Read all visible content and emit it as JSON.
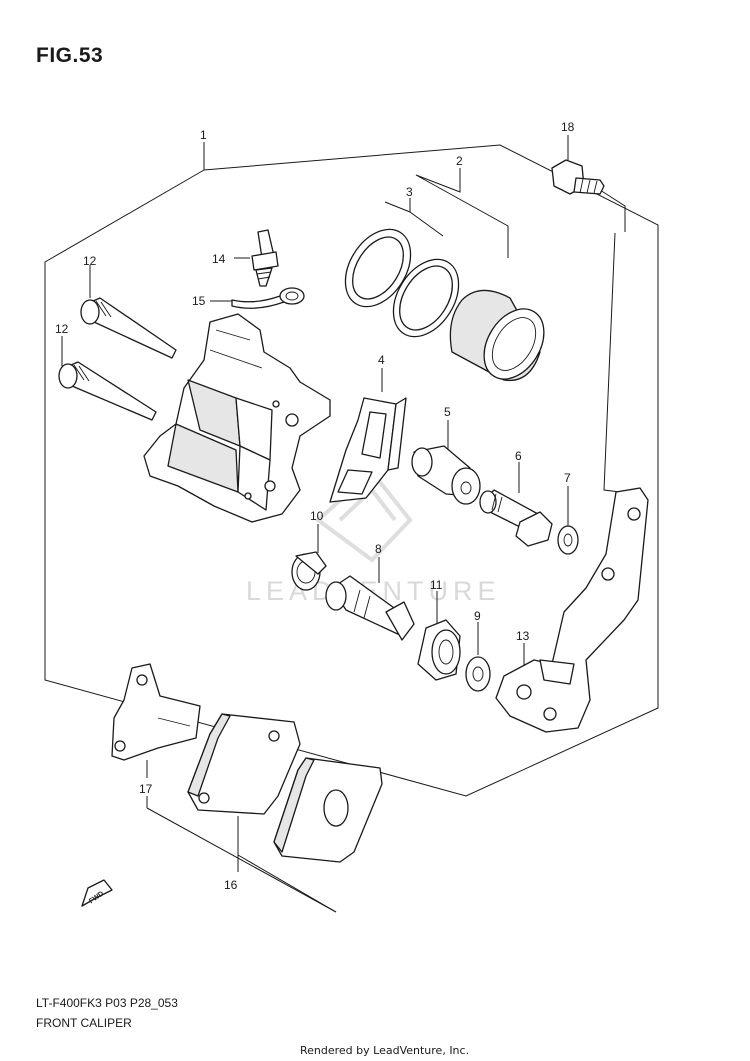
{
  "figure": {
    "title": "FIG.53",
    "model_code": "LT-F400FK3 P03 P28_053",
    "section_name": "FRONT CALIPER"
  },
  "callouts": {
    "c1": "1",
    "c2": "2",
    "c3": "3",
    "c4": "4",
    "c5": "5",
    "c6": "6",
    "c7": "7",
    "c8": "8",
    "c9": "9",
    "c10": "10",
    "c11": "11",
    "c12a": "12",
    "c12b": "12",
    "c13": "13",
    "c14": "14",
    "c15": "15",
    "c16": "16",
    "c17": "17",
    "c18": "18"
  },
  "direction_marker": {
    "label": "FWD"
  },
  "watermark": {
    "brand": "LEADVENTURE"
  },
  "footer": {
    "credit": "Rendered by LeadVenture, Inc."
  }
}
